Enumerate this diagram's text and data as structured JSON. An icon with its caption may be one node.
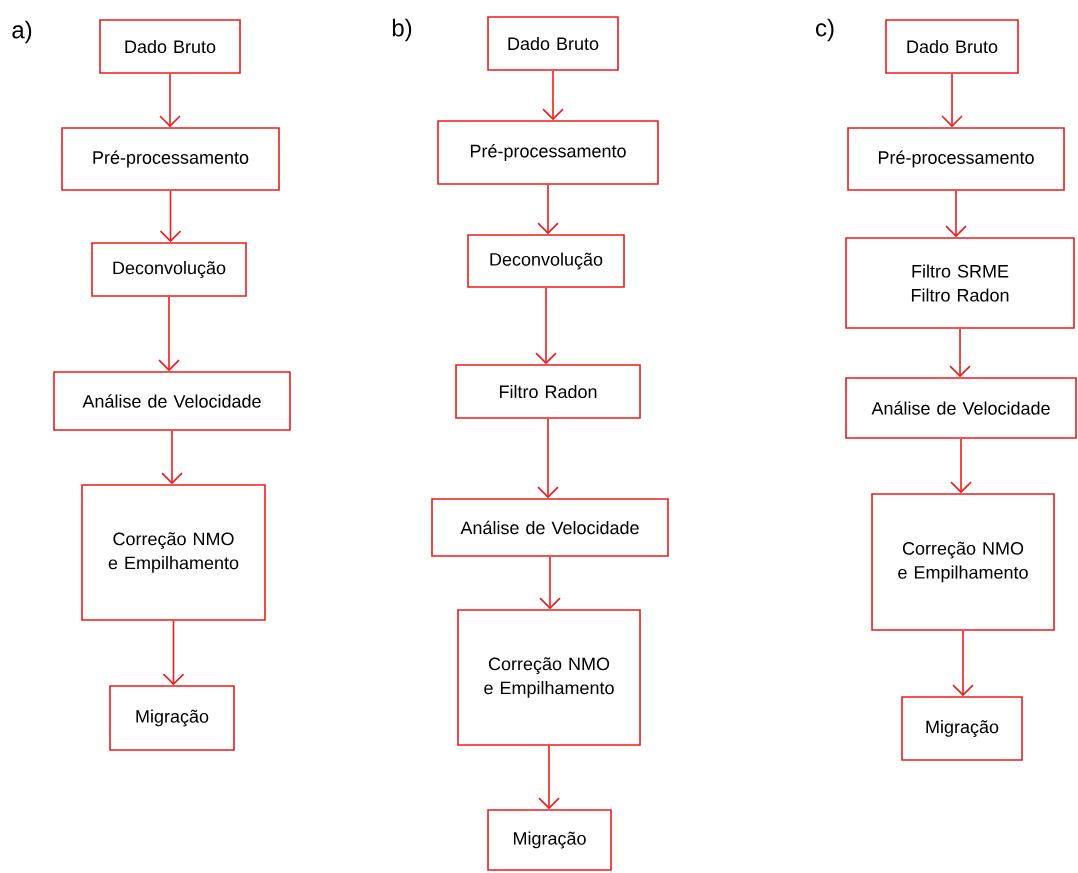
{
  "diagram": {
    "nodes": [
      {
        "text": [
          "Dado Bruto"
        ]
      },
      {
        "text": [
          "Pré-processamento"
        ]
      },
      {
        "text": [
          "Deconvolução"
        ]
      },
      {
        "text": [
          "Análise de Velocidade"
        ]
      },
      {
        "text": [
          "Correção NMO e Empilhamento"
        ]
      },
      {
        "text": [
          "Migração"
        ]
      },
      {
        "text": [
          "Dado Bruto"
        ]
      },
      {
        "text": [
          "Pré-processamento"
        ]
      },
      {
        "text": [
          "Deconvolução"
        ]
      },
      {
        "text": [
          "Filtro Radon"
        ]
      },
      {
        "text": [
          "Análise de Velocidade"
        ]
      },
      {
        "text": [
          "Correção NMO e Empilhamento"
        ]
      },
      {
        "text": [
          "Migração"
        ]
      },
      {
        "text": [
          "Dado Bruto"
        ]
      },
      {
        "text": [
          "Pré-processamento"
        ]
      },
      {
        "text": [
          "Filtro SRME",
          "Filtro Radon"
        ]
      },
      {
        "text": [
          "Análise de Velocidade"
        ]
      },
      {
        "text": [
          "Correção NMO e Empilhamento"
        ]
      },
      {
        "text": [
          "Migração"
        ]
      }
    ],
    "edges": [
      {
        "from": 0,
        "to": 1,
        "arrow": "to"
      },
      {
        "from": 1,
        "to": 2,
        "arrow": "to"
      },
      {
        "from": 2,
        "to": 3,
        "arrow": "to"
      },
      {
        "from": 3,
        "to": 4,
        "arrow": "to"
      },
      {
        "from": 4,
        "to": 5,
        "arrow": "to"
      },
      {
        "from": 6,
        "to": 7,
        "arrow": "to"
      },
      {
        "from": 7,
        "to": 8,
        "arrow": "to"
      },
      {
        "from": 8,
        "to": 9,
        "arrow": "to"
      },
      {
        "from": 9,
        "to": 10,
        "arrow": "to"
      },
      {
        "from": 10,
        "to": 11,
        "arrow": "to"
      },
      {
        "from": 11,
        "to": 12,
        "arrow": "to"
      },
      {
        "from": 13,
        "to": 14,
        "arrow": "to"
      },
      {
        "from": 14,
        "to": 15,
        "arrow": "to"
      },
      {
        "from": 15,
        "to": 16,
        "arrow": "to"
      },
      {
        "from": 16,
        "to": 17,
        "arrow": "to"
      },
      {
        "from": 17,
        "to": 18,
        "arrow": "to"
      }
    ],
    "labels": [
      "a)",
      "b)",
      "c)"
    ]
  }
}
